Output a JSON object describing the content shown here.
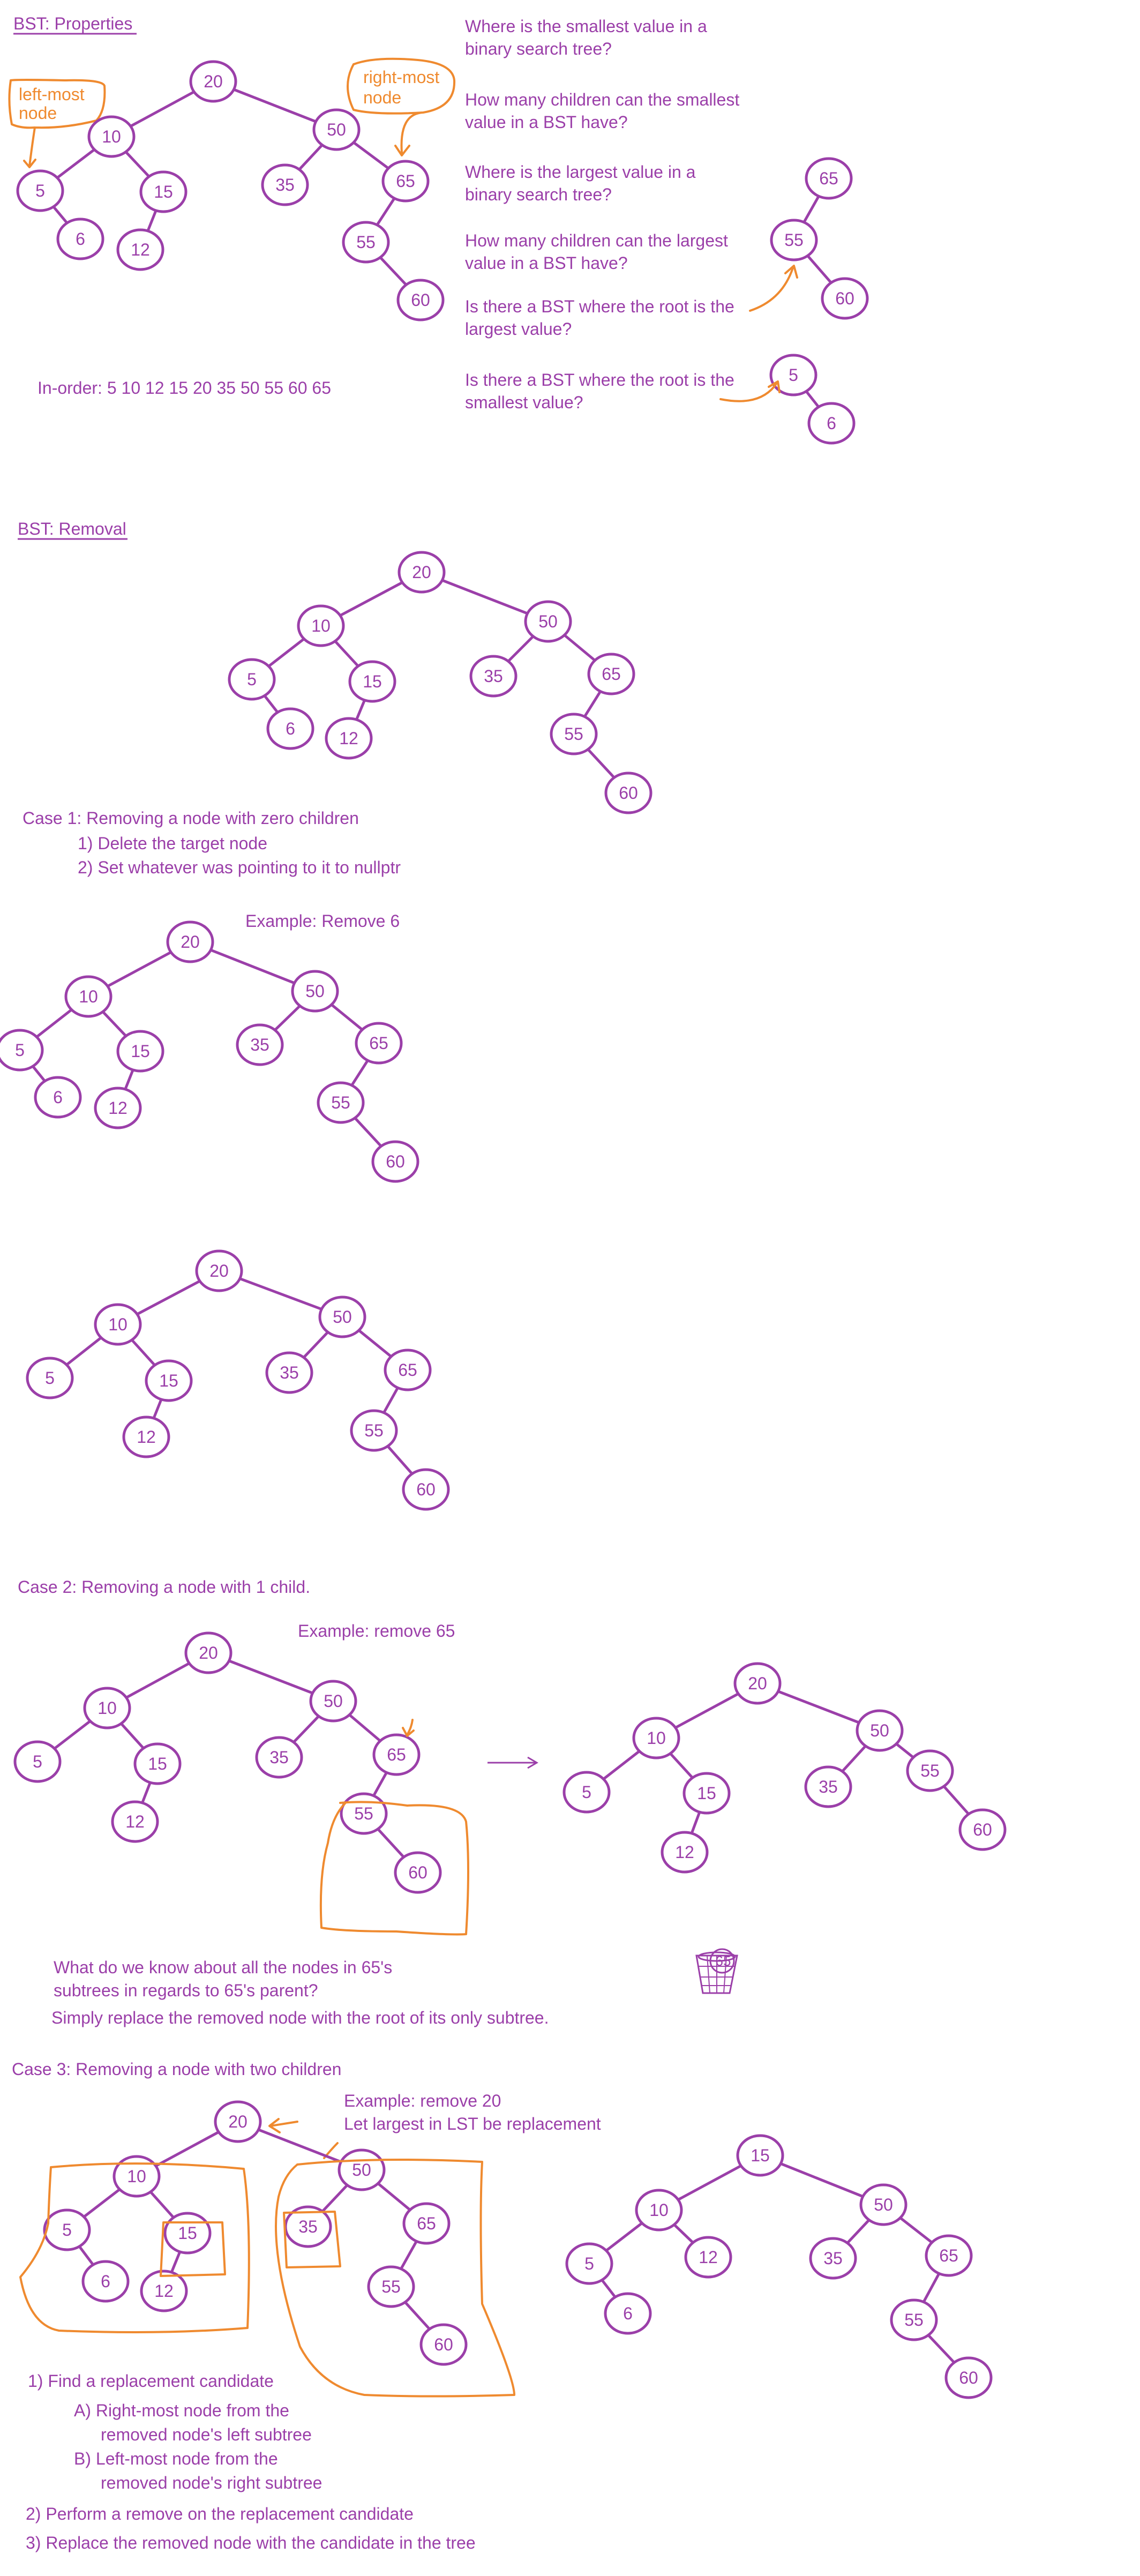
{
  "colors": {
    "ink": "#9b3fa9",
    "annotation": "#ef8a2f",
    "background": "#ffffff"
  },
  "section1": {
    "title": "BST: Properties",
    "leftmost_label": [
      "left-most",
      "node"
    ],
    "rightmost_label": [
      "right-most",
      "node"
    ],
    "inorder": "In-order: 5 10 12 15 20 35 50 55 60 65",
    "questions": [
      [
        "Where is the smallest value in a",
        "binary search tree?"
      ],
      [
        "How many children can the smallest",
        "value in a BST have?"
      ],
      [
        "Where is the largest value in a",
        "binary search tree?"
      ],
      [
        "How many children can the largest",
        "value in a BST have?"
      ],
      [
        "Is there a BST where the root is the",
        "largest value?"
      ],
      [
        "Is there a BST where the root is the",
        "smallest value?"
      ]
    ]
  },
  "section2": {
    "title": "BST: Removal",
    "case1": "Case 1: Removing a node with zero children",
    "case1_steps": [
      "1) Delete the target node",
      "2) Set whatever was pointing to it to nullptr"
    ],
    "example1": "Example: Remove 6",
    "case2": "Case 2: Removing a node with 1 child.",
    "example2": "Example: remove 65",
    "question2": [
      "What do we know about all the nodes in 65's",
      "subtrees in regards to 65's parent?"
    ],
    "answer2": "Simply replace the removed node with the root of its only subtree.",
    "case3": "Case 3: Removing a node with two children",
    "example3": [
      "Example: remove 20",
      "Let largest in LST be replacement"
    ],
    "steps3": [
      "1) Find a replacement candidate",
      "A)  Right-most node from the",
      "removed node's left subtree",
      "B)  Left-most node from the",
      "removed node's right subtree",
      "2) Perform a remove on the replacement candidate",
      "3) Replace the removed node with the candidate in the tree"
    ]
  },
  "trees": [
    {
      "id": "t1",
      "nodes": [
        "20",
        "10",
        "50",
        "5",
        "15",
        "35",
        "65",
        "6",
        "12",
        "55",
        "60"
      ]
    },
    {
      "id": "t1s1",
      "nodes": [
        "65",
        "55",
        "60"
      ]
    },
    {
      "id": "t1s2",
      "nodes": [
        "5",
        "6"
      ]
    },
    {
      "id": "t2",
      "nodes": [
        "20",
        "10",
        "50",
        "5",
        "15",
        "35",
        "65",
        "6",
        "12",
        "55",
        "60"
      ]
    },
    {
      "id": "t3",
      "nodes": [
        "20",
        "10",
        "50",
        "5",
        "15",
        "35",
        "65",
        "6",
        "12",
        "55",
        "60"
      ]
    },
    {
      "id": "t4",
      "nodes": [
        "20",
        "10",
        "50",
        "5",
        "15",
        "35",
        "65",
        "12",
        "55",
        "60"
      ]
    },
    {
      "id": "t5",
      "nodes": [
        "20",
        "10",
        "50",
        "5",
        "15",
        "35",
        "65",
        "12",
        "55",
        "60"
      ]
    },
    {
      "id": "t6",
      "nodes": [
        "20",
        "10",
        "50",
        "5",
        "15",
        "35",
        "55",
        "12",
        "60"
      ]
    },
    {
      "id": "t7",
      "nodes": [
        "20",
        "10",
        "50",
        "5",
        "15",
        "35",
        "65",
        "6",
        "12",
        "55",
        "60"
      ]
    },
    {
      "id": "t8",
      "nodes": [
        "15",
        "10",
        "50",
        "5",
        "12",
        "35",
        "65",
        "6",
        "55",
        "60"
      ]
    }
  ],
  "trash_label": "65"
}
